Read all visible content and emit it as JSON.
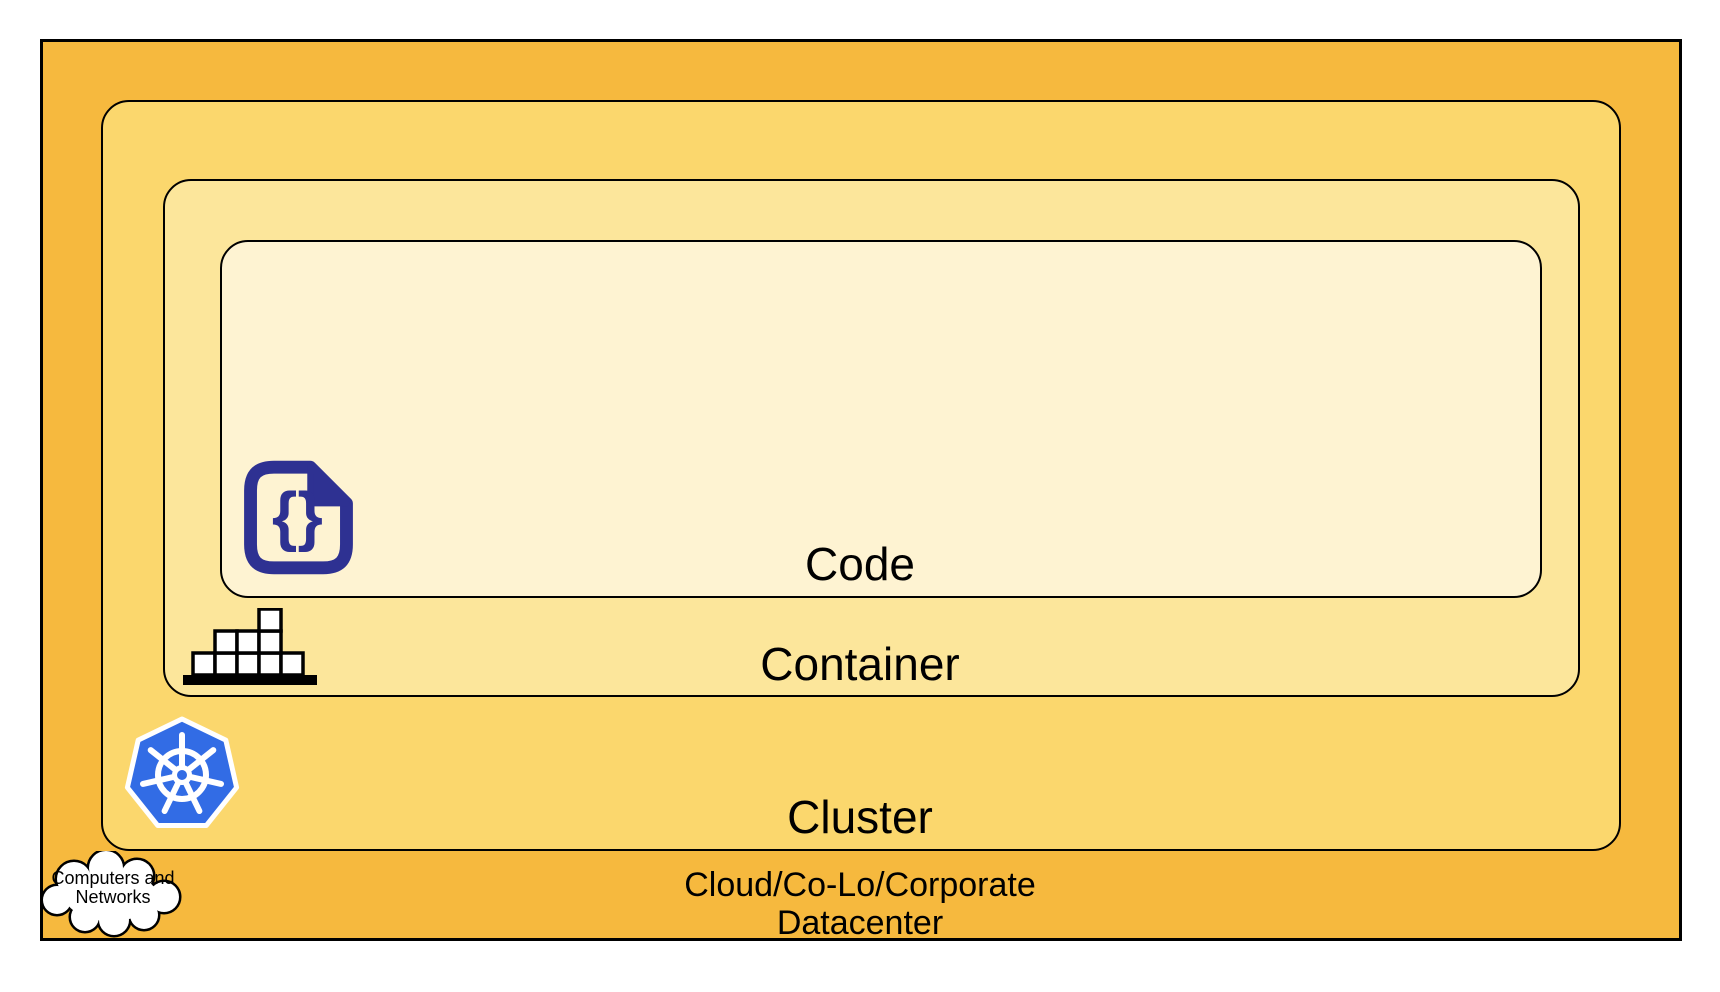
{
  "diagram": {
    "title_implicit": "Nested deployment layers",
    "labels": {
      "code": "Code",
      "container": "Container",
      "cluster": "Cluster",
      "datacenter_line1": "Cloud/Co-Lo/Corporate",
      "datacenter_line2": "Datacenter",
      "cloud_line1": "Computers and",
      "cloud_line2": "Networks"
    },
    "layers": [
      {
        "name": "datacenter",
        "label": "Cloud/Co-Lo/Corporate Datacenter",
        "bg": "#F6B93E",
        "icon": "cloud-icon"
      },
      {
        "name": "cluster",
        "label": "Cluster",
        "bg": "#FBD76D",
        "icon": "kubernetes-helm-icon"
      },
      {
        "name": "container",
        "label": "Container",
        "bg": "#FCE69B",
        "icon": "stacked-containers-icon"
      },
      {
        "name": "code",
        "label": "Code",
        "bg": "#FEF3D2",
        "icon": "code-file-icon"
      }
    ],
    "icons": {
      "code_icon_glyph": "{}",
      "code_icon_name": "code-file-icon",
      "container_icon_name": "stacked-containers-icon",
      "cluster_icon_name": "kubernetes-helm-icon",
      "datacenter_icon_name": "cloud-icon"
    },
    "colors": {
      "border": "#000000",
      "text": "#000000",
      "datacenter_bg": "#F6B93E",
      "cluster_bg": "#FBD76D",
      "container_bg": "#FCE69B",
      "code_bg": "#FEF3D2",
      "kubernetes_blue": "#326CE5",
      "code_icon_indigo": "#2E3192",
      "icon_white": "#FFFFFF"
    }
  }
}
